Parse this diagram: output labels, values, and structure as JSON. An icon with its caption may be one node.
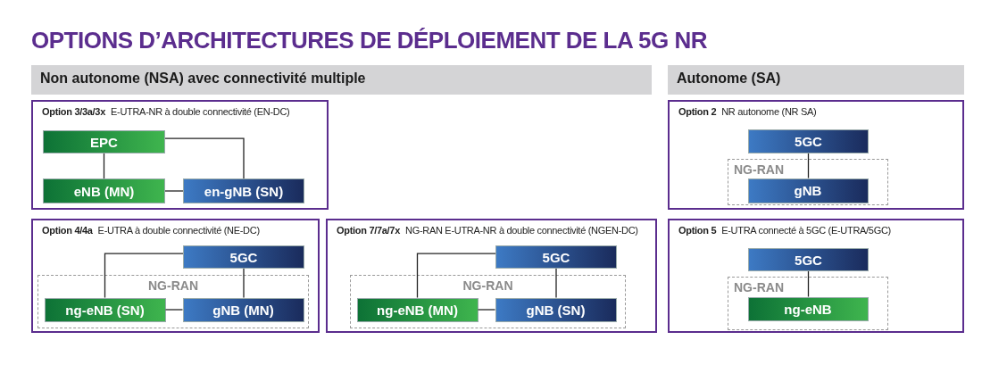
{
  "diagram": {
    "title": "OPTIONS D’ARCHITECTURES DE DÉPLOIEMENT DE LA 5G NR",
    "nodes": [
      {
        "text": [
          "Non autonome (NSA) avec connectivité multiple"
        ]
      },
      {
        "text": [
          "Autonome (SA)"
        ]
      },
      {
        "text": [
          "Option 3/3a/3x",
          "E-UTRA-NR à double connectivité (EN-DC)"
        ]
      },
      {
        "text": [
          "EPC"
        ],
        "in": 2
      },
      {
        "text": [
          "eNB (MN)"
        ],
        "in": 2
      },
      {
        "text": [
          "en-gNB (SN)"
        ],
        "in": 2
      },
      {
        "text": [
          "Option 4/4a",
          "E-UTRA à double connectivité (NE-DC)"
        ]
      },
      {
        "text": [
          "5GC"
        ],
        "in": 6
      },
      {
        "text": [
          "NG-RAN"
        ],
        "in": 6
      },
      {
        "text": [
          "ng-eNB (SN)"
        ],
        "in": 8
      },
      {
        "text": [
          "gNB (MN)"
        ],
        "in": 8
      },
      {
        "text": [
          "Option 7/7a/7x",
          "NG-RAN E-UTRA-NR à double connectivité (NGEN-DC)"
        ]
      },
      {
        "text": [
          "5GC"
        ],
        "in": 11
      },
      {
        "text": [
          "NG-RAN"
        ],
        "in": 11
      },
      {
        "text": [
          "ng-eNB (MN)"
        ],
        "in": 13
      },
      {
        "text": [
          "gNB (SN)"
        ],
        "in": 13
      },
      {
        "text": [
          "Option 2",
          "NR autonome (NR SA)"
        ]
      },
      {
        "text": [
          "5GC"
        ],
        "in": 16
      },
      {
        "text": [
          "NG-RAN"
        ],
        "in": 16
      },
      {
        "text": [
          "gNB"
        ],
        "in": 18
      },
      {
        "text": [
          "Option 5",
          "E-UTRA connecté à 5GC (E-UTRA/5GC)"
        ]
      },
      {
        "text": [
          "5GC"
        ],
        "in": 20
      },
      {
        "text": [
          "NG-RAN"
        ],
        "in": 20
      },
      {
        "text": [
          "ng-eNB"
        ],
        "in": 22
      }
    ],
    "edges": [
      {
        "from": 3,
        "to": 4,
        "arrow": "none"
      },
      {
        "from": 3,
        "to": 5,
        "arrow": "none"
      },
      {
        "from": 4,
        "to": 5,
        "arrow": "none"
      },
      {
        "from": 7,
        "to": 9,
        "arrow": "none"
      },
      {
        "from": 7,
        "to": 10,
        "arrow": "none"
      },
      {
        "from": 9,
        "to": 10,
        "arrow": "none"
      },
      {
        "from": 12,
        "to": 14,
        "arrow": "none"
      },
      {
        "from": 12,
        "to": 15,
        "arrow": "none"
      },
      {
        "from": 14,
        "to": 15,
        "arrow": "none"
      },
      {
        "from": 17,
        "to": 19,
        "arrow": "none"
      },
      {
        "from": 21,
        "to": 23,
        "arrow": "none"
      }
    ]
  }
}
